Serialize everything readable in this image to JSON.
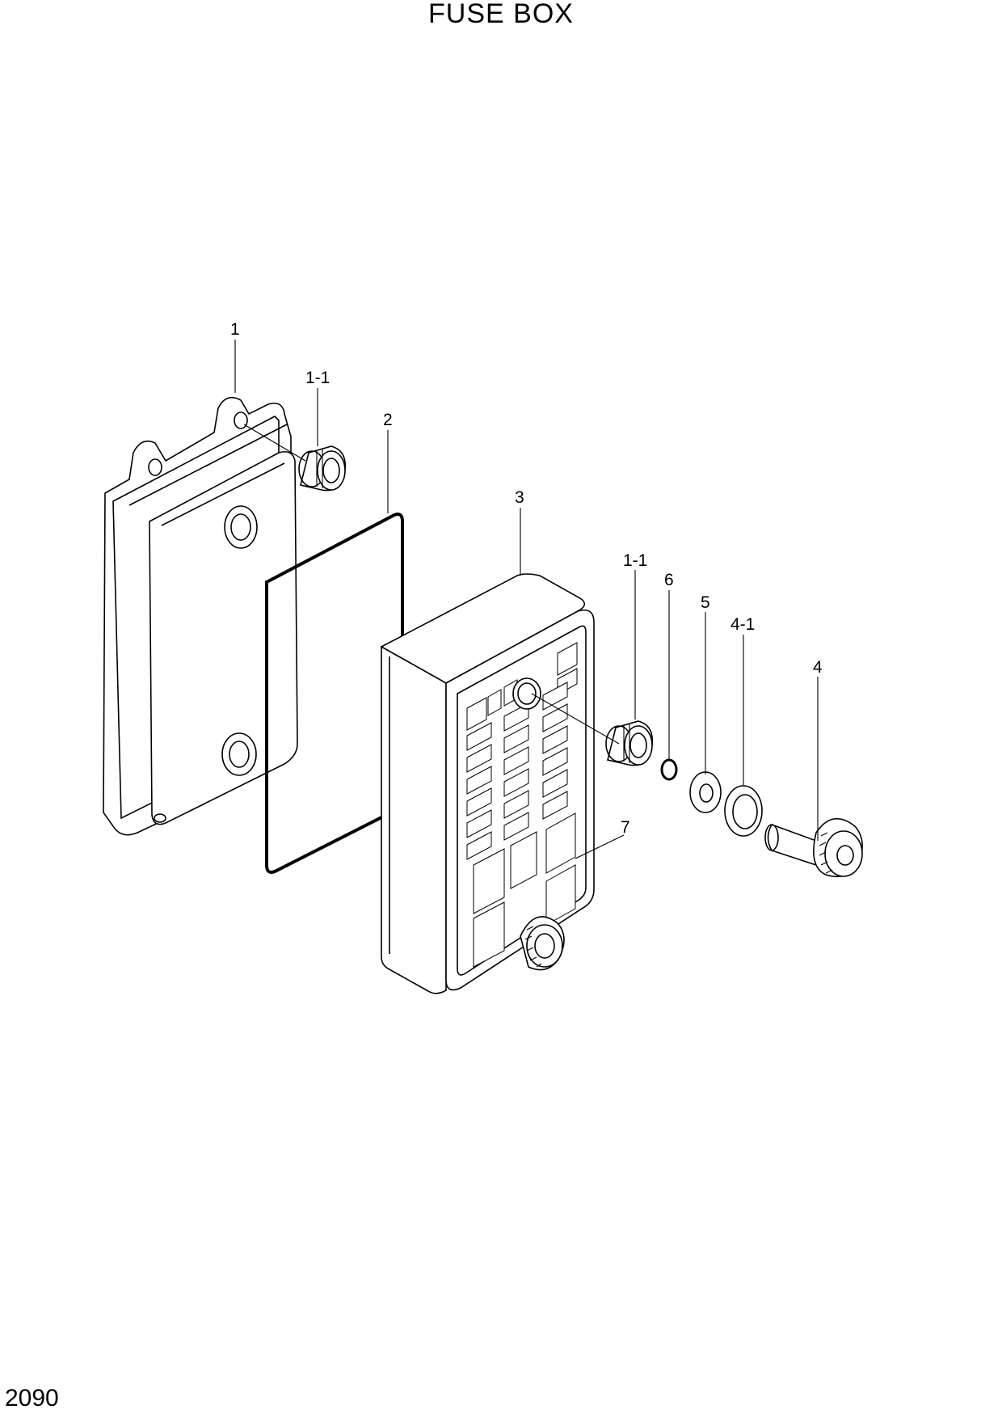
{
  "title": "FUSE BOX",
  "page_number": "2090",
  "callouts": {
    "c1": "1",
    "c1_1a": "1-1",
    "c2": "2",
    "c3": "3",
    "c1_1b": "1-1",
    "c6": "6",
    "c5": "5",
    "c4_1": "4-1",
    "c4": "4",
    "c7": "7"
  }
}
